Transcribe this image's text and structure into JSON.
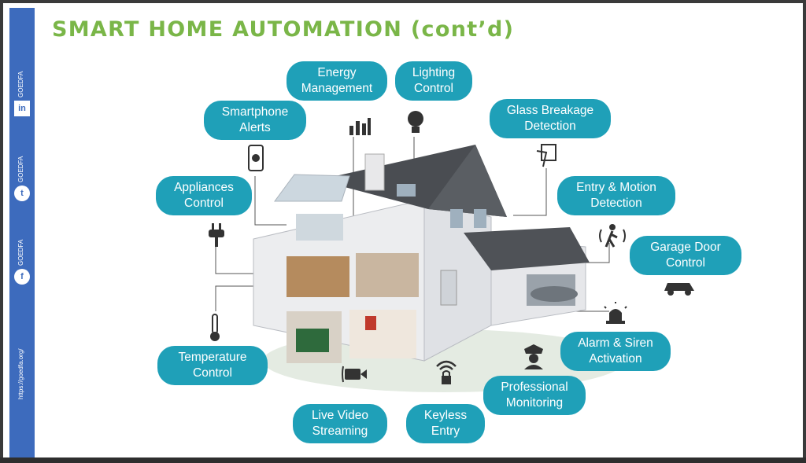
{
  "slide": {
    "title": "SMART HOME AUTOMATION (cont’d)"
  },
  "sidebar": {
    "items": [
      {
        "label": "GOEDFA",
        "icon": "linkedin-icon",
        "glyph": "in"
      },
      {
        "label": "GOEDFA",
        "icon": "twitter-icon",
        "glyph": "t"
      },
      {
        "label": "GOEDFA",
        "icon": "facebook-icon",
        "glyph": "f"
      }
    ],
    "url": "https://goedfa.org/"
  },
  "features": {
    "energy": "Energy\nManagement",
    "lighting": "Lighting\nControl",
    "smartphone": "Smartphone\nAlerts",
    "glass": "Glass Breakage\nDetection",
    "appliances": "Appliances\nControl",
    "entry_motion": "Entry & Motion\nDetection",
    "garage": "Garage Door\nControl",
    "temperature": "Temperature\nControl",
    "alarm": "Alarm & Siren\nActivation",
    "professional": "Professional\nMonitoring",
    "live_video": "Live Video\nStreaming",
    "keyless": "Keyless\nEntry"
  },
  "colors": {
    "title": "#7ab648",
    "pill": "#1fa0b8",
    "sidebar": "#3d6bbd"
  }
}
